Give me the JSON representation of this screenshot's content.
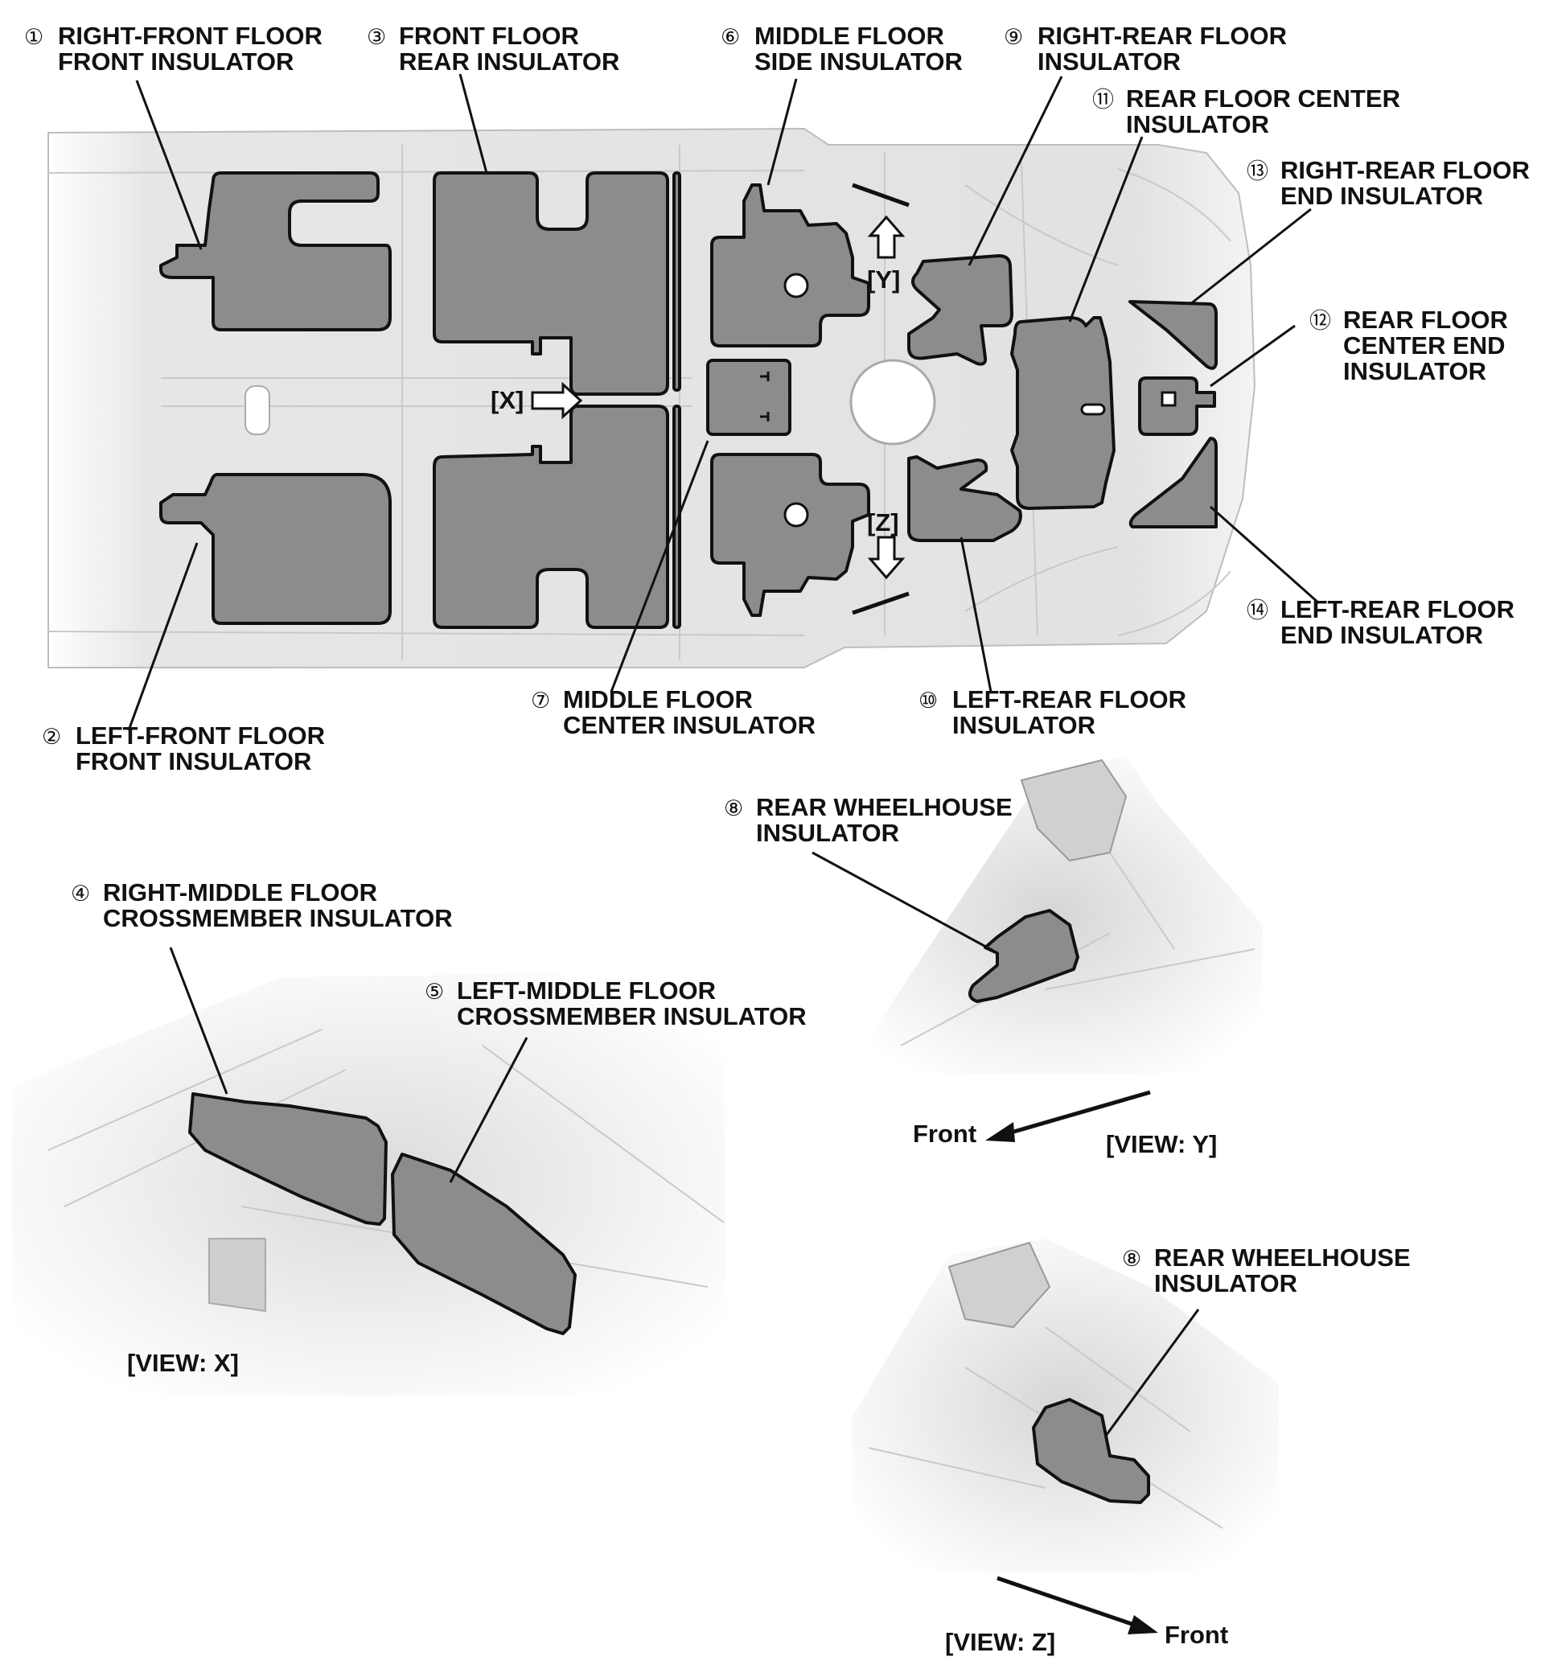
{
  "labels": {
    "l1": {
      "num": "①",
      "line1": "RIGHT-FRONT FLOOR",
      "line2": "FRONT INSULATOR"
    },
    "l2": {
      "num": "②",
      "line1": "LEFT-FRONT FLOOR",
      "line2": "FRONT INSULATOR"
    },
    "l3": {
      "num": "③",
      "line1": "FRONT FLOOR",
      "line2": "REAR INSULATOR"
    },
    "l4": {
      "num": "④",
      "line1": "RIGHT-MIDDLE FLOOR",
      "line2": "CROSSMEMBER INSULATOR"
    },
    "l5": {
      "num": "⑤",
      "line1": "LEFT-MIDDLE FLOOR",
      "line2": "CROSSMEMBER INSULATOR"
    },
    "l6": {
      "num": "⑥",
      "line1": "MIDDLE FLOOR",
      "line2": "SIDE INSULATOR"
    },
    "l7": {
      "num": "⑦",
      "line1": "MIDDLE FLOOR",
      "line2": "CENTER INSULATOR"
    },
    "l8a": {
      "num": "⑧",
      "line1": "REAR WHEELHOUSE",
      "line2": "INSULATOR"
    },
    "l8b": {
      "num": "⑧",
      "line1": "REAR WHEELHOUSE",
      "line2": "INSULATOR"
    },
    "l9": {
      "num": "⑨",
      "line1": "RIGHT-REAR FLOOR",
      "line2": "INSULATOR"
    },
    "l10": {
      "num": "⑩",
      "line1": "LEFT-REAR FLOOR",
      "line2": "INSULATOR"
    },
    "l11": {
      "num": "⑪",
      "line1": "REAR FLOOR CENTER",
      "line2": "INSULATOR"
    },
    "l12": {
      "num": "⑫",
      "line1": "REAR FLOOR",
      "line2": "CENTER END",
      "line3": "INSULATOR"
    },
    "l13": {
      "num": "⑬",
      "line1": "RIGHT-REAR FLOOR",
      "line2": "END INSULATOR"
    },
    "l14": {
      "num": "⑭",
      "line1": "LEFT-REAR FLOOR",
      "line2": "END INSULATOR"
    }
  },
  "view_markers": {
    "x": "[X]",
    "y": "[Y]",
    "z": "[Z]"
  },
  "view_captions": {
    "x": "[VIEW: X]",
    "y": "[VIEW: Y]",
    "z": "[VIEW: Z]"
  },
  "direction": {
    "front_y": "Front",
    "front_z": "Front"
  },
  "colors": {
    "insulator": "#8c8c8c",
    "body": "#e4e4e4",
    "outline": "#111111"
  }
}
